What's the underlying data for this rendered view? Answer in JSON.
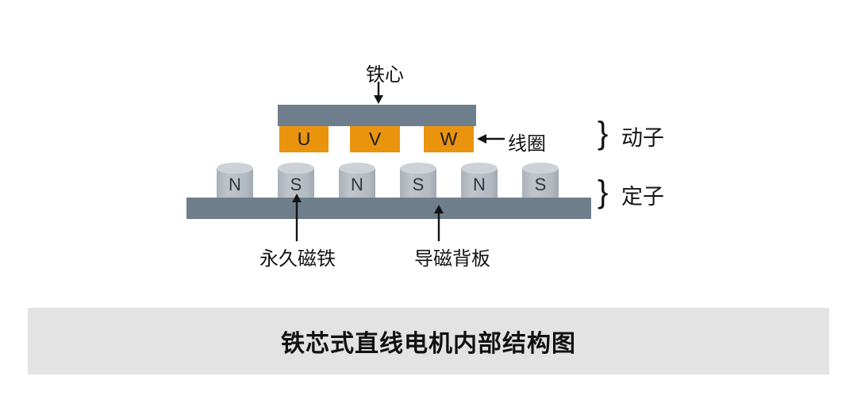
{
  "title": {
    "text": "铁芯式直线电机内部结构图"
  },
  "diagram": {
    "iron_core_label": "铁心",
    "coil_label": "线圈",
    "mover_label": "动子",
    "stator_label": "定子",
    "permanent_magnet_label": "永久磁铁",
    "back_plate_label": "导磁背板",
    "brace_glyph": "}",
    "coils": [
      "U",
      "V",
      "W"
    ],
    "magnets": [
      "N",
      "S",
      "N",
      "S",
      "N",
      "S"
    ]
  },
  "colors": {
    "bar_gray": "#6e7e8c",
    "coil_orange": "#ea940e",
    "magnet_body": "#b5bbc2",
    "magnet_cap": "#cdd2d8",
    "banner_bg": "#e3e3e3",
    "text": "#141414"
  }
}
